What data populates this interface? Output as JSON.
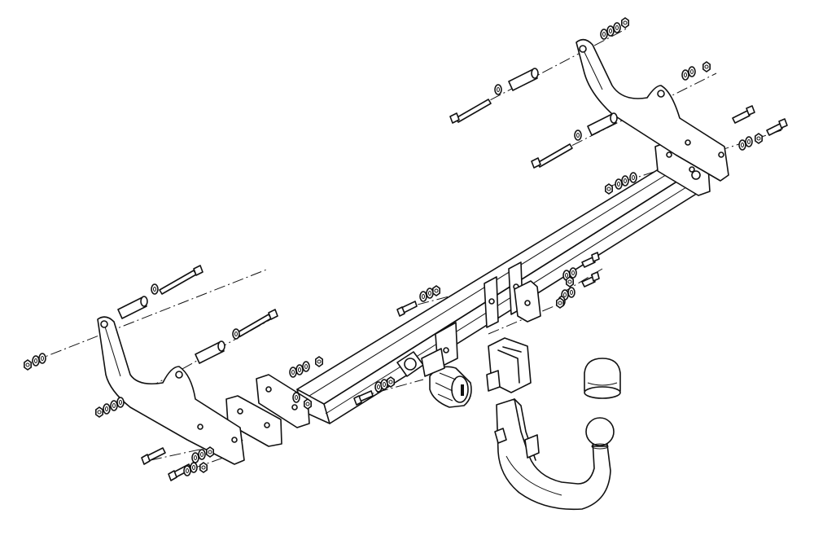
{
  "diagram": {
    "kind": "exploded-assembly-line-drawing",
    "colors": {
      "line": "#111111",
      "background": "#ffffff"
    },
    "parts": [
      {
        "name": "crossbar-beam"
      },
      {
        "name": "left-side-bracket"
      },
      {
        "name": "right-side-bracket"
      },
      {
        "name": "left-end-plate"
      },
      {
        "name": "right-end-plate"
      },
      {
        "name": "tow-ball-neck"
      },
      {
        "name": "tow-ball-cover"
      },
      {
        "name": "electrical-socket"
      },
      {
        "name": "socket-mount-bracket"
      },
      {
        "name": "spacer-tubes"
      },
      {
        "name": "long-bolts"
      },
      {
        "name": "short-bolts"
      },
      {
        "name": "nuts-and-washers"
      }
    ]
  }
}
